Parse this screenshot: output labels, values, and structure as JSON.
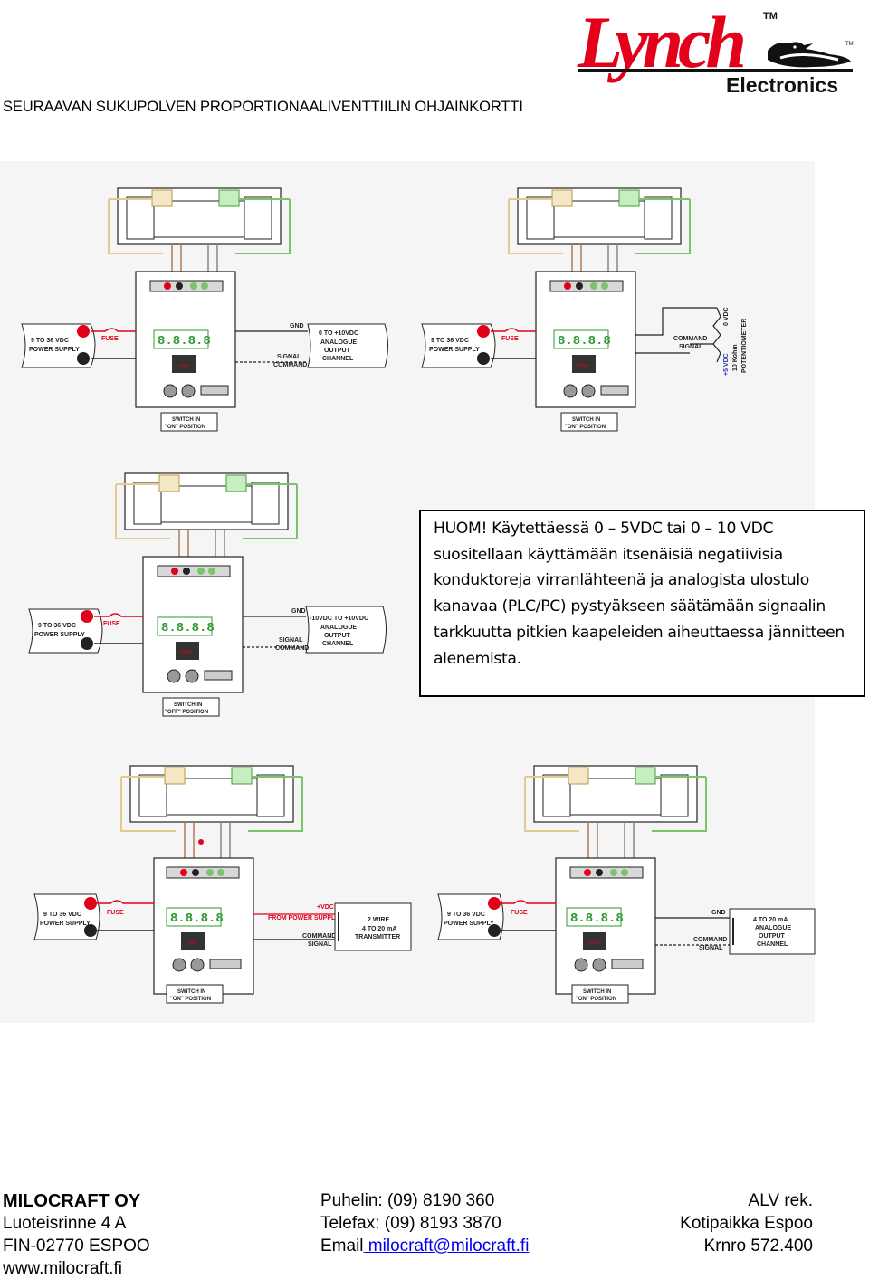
{
  "header": {
    "title": "SEURAAVAN SUKUPOLVEN PROPORTIONAALIVENTTIILIN OHJAINKORTTI",
    "logo": {
      "brand": "Lynch",
      "sub": "Electronics",
      "tm": "TM",
      "color": "#e3001b"
    }
  },
  "diagrams": [
    {
      "supply": "9 TO 36 VDC POWER SUPPLY",
      "fuse": "FUSE",
      "switch": "SWITCH IN \"ON\" POSITION",
      "io_label": "0 TO +10VDC ANALOGUE OUTPUT CHANNEL",
      "gnd": "GND",
      "signal": "SIGNAL COMMAND"
    },
    {
      "supply": "9 TO 36 VDC POWER SUPPLY",
      "fuse": "FUSE",
      "switch": "SWITCH IN \"ON\" POSITION",
      "io_label": "10 Kohm POTENTIOMETER",
      "vdc0": "0 VDC",
      "vdc5": "+5 VDC",
      "signal": "COMMAND SIGNAL"
    },
    {
      "supply": "9 TO 36 VDC POWER SUPPLY",
      "fuse": "FUSE",
      "switch": "SWITCH IN \"OFF\" POSITION",
      "io_label": "-10VDC TO +10VDC ANALOGUE OUTPUT CHANNEL",
      "gnd": "GND",
      "signal": "SIGNAL COMMAND"
    },
    {
      "supply": "9 TO 36 VDC POWER SUPPLY",
      "fuse": "FUSE",
      "switch": "SWITCH IN \"ON\" POSITION",
      "io_label": "2 WIRE 4 TO 20 mA TRANSMITTER",
      "vdc": "+VDC FROM POWER SUPPLY",
      "signal": "COMMAND SIGNAL"
    },
    {
      "supply": "9 TO 36 VDC POWER SUPPLY",
      "fuse": "FUSE",
      "switch": "SWITCH IN \"ON\" POSITION",
      "io_label": "4 TO 20 mA ANALOGUE OUTPUT CHANNEL",
      "gnd": "GND",
      "signal": "COMMAND SIGNAL"
    }
  ],
  "note": "HUOM! Käytettäessä 0 – 5VDC tai 0 – 10 VDC suositellaan käyttämään itsenäisiä negatiivisia konduktoreja virranlähteenä ja analogista ulostulo kanavaa (PLC/PC) pystyäkseen säätämään signaalin tarkkuutta pitkien kaapeleiden aiheuttaessa jännitteen alenemista.",
  "footer": {
    "company": "MILOCRAFT OY",
    "street": "Luoteisrinne 4 A",
    "postal": "FIN-02770  ESPOO",
    "website": "www.milocraft.fi",
    "phone": "Puhelin:  (09) 8190 360",
    "fax": "Telefax:  (09) 8193 3870",
    "email_label": "Email",
    "email": " milocraft@milocraft.fi",
    "vat": "ALV rek.",
    "domicile": "Kotipaikka Espoo",
    "trade_reg": "Krnro 572.400"
  }
}
